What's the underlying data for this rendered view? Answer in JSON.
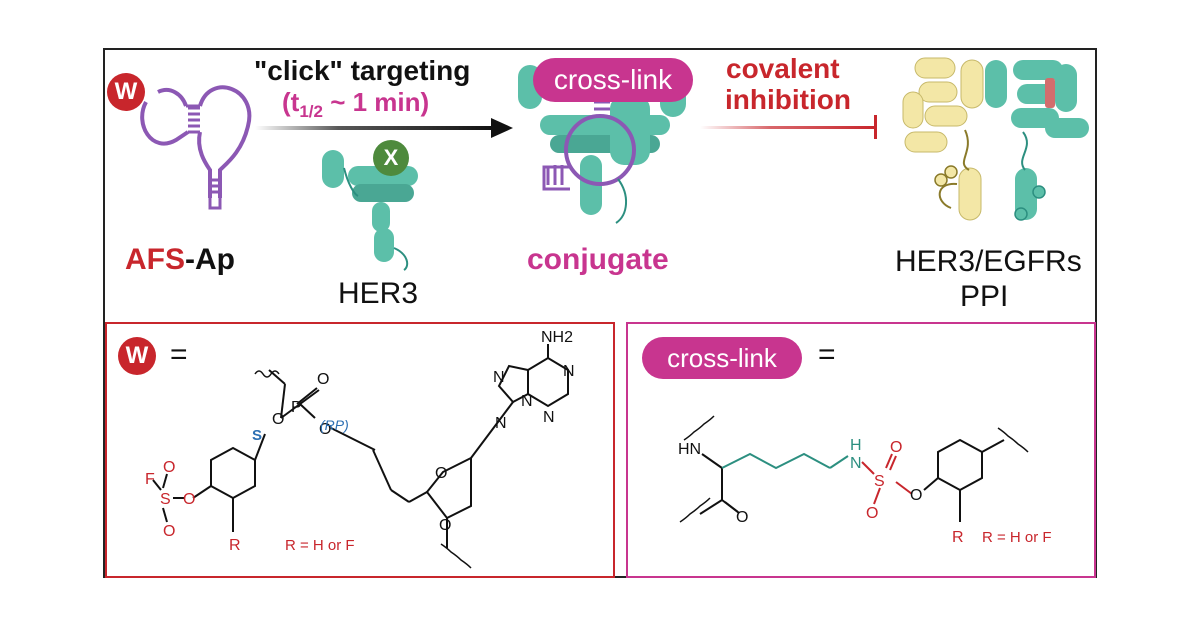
{
  "top": {
    "arrow1_line1": "\"click\" targeting",
    "arrow1_line2": "(t1/2 ~ 1 min)",
    "arrow1_line2_pre": "(t",
    "arrow1_line2_sub": "1/2",
    "arrow1_line2_post": " ~ 1 min)",
    "crosslink_pill": "cross-link",
    "arrow2_line1": "covalent",
    "arrow2_line2": "inhibition",
    "aptamer_badge": "W",
    "her3_badge": "X",
    "afs_red": "AFS",
    "afs_black": "-Ap",
    "her3_label": "HER3",
    "conjugate_label": "conjugate",
    "egfr_line1": "HER3/EGFRs",
    "egfr_line2": "PPI"
  },
  "bottom_left": {
    "badge": "W",
    "equals": "=",
    "nh2": "NH2",
    "n1": "N",
    "n2": "N",
    "n3": "N",
    "n4": "N",
    "n5": "N",
    "p": "P",
    "o_top": "O",
    "o_left": "O",
    "o_right": "O",
    "o_ring": "O",
    "o_bottom": "O",
    "s": "S",
    "rp": "(RP)",
    "f": "F",
    "s2": "S",
    "o_s1": "O",
    "o_s2": "O",
    "o_aryl": "O",
    "r": "R",
    "r_def": "R = H or F"
  },
  "bottom_right": {
    "pill": "cross-link",
    "equals": "=",
    "hn": "HN",
    "o_carbonyl": "O",
    "nh": "N",
    "h": "H",
    "s": "S",
    "o1": "O",
    "o2": "O",
    "o3": "O",
    "r": "R",
    "r_def": "R = H or F"
  },
  "colors": {
    "red": "#c8262c",
    "magenta": "#c8358f",
    "purple": "#8c58b4",
    "teal": "#5cbfa9",
    "teal_dark": "#2c8f80",
    "yellow": "#f3e7a6",
    "green_badge": "#4e8a3d",
    "blue": "#2c6fb3"
  }
}
